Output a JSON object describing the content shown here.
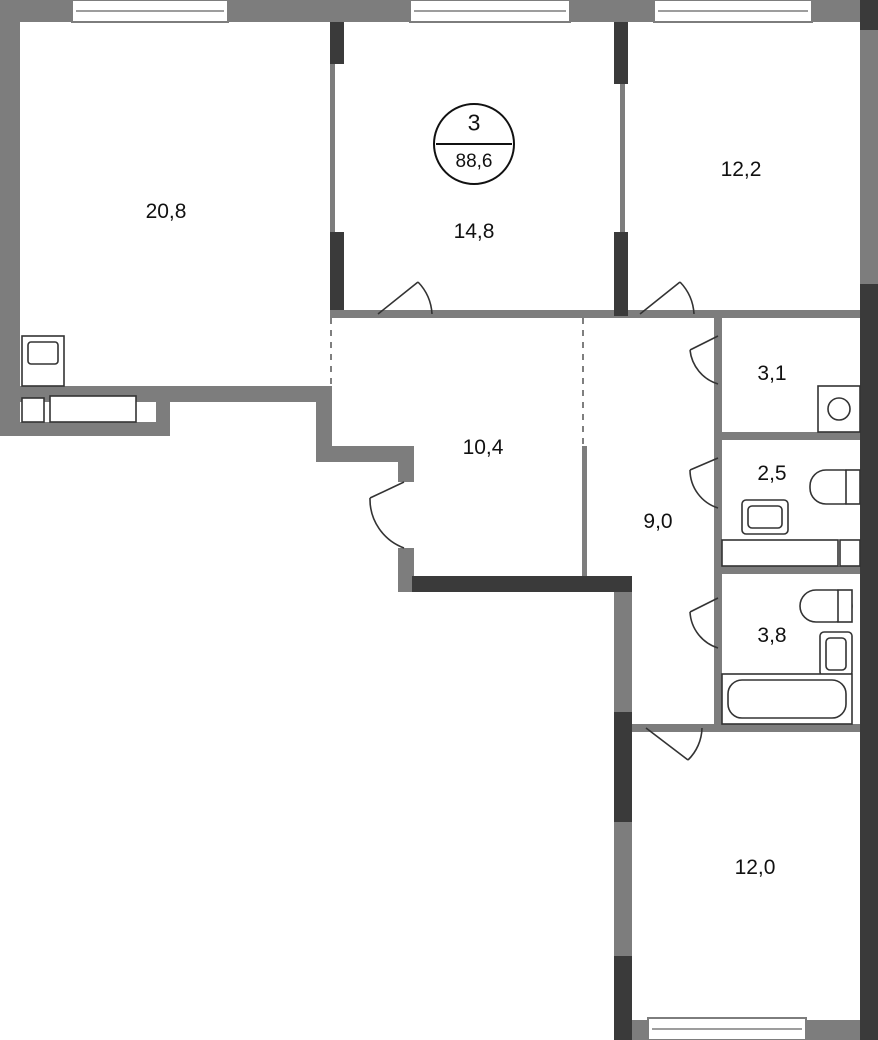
{
  "plan": {
    "badge": {
      "rooms": "3",
      "total_area": "88,6"
    },
    "rooms": [
      {
        "id": "living-room",
        "area": "20,8"
      },
      {
        "id": "bedroom-center",
        "area": "14,8"
      },
      {
        "id": "bedroom-right",
        "area": "12,2"
      },
      {
        "id": "hall",
        "area": "10,4"
      },
      {
        "id": "corridor",
        "area": "9,0"
      },
      {
        "id": "storage",
        "area": "3,1"
      },
      {
        "id": "toilet",
        "area": "2,5"
      },
      {
        "id": "bathroom",
        "area": "3,8"
      },
      {
        "id": "bedroom-bottom",
        "area": "12,0"
      }
    ]
  }
}
